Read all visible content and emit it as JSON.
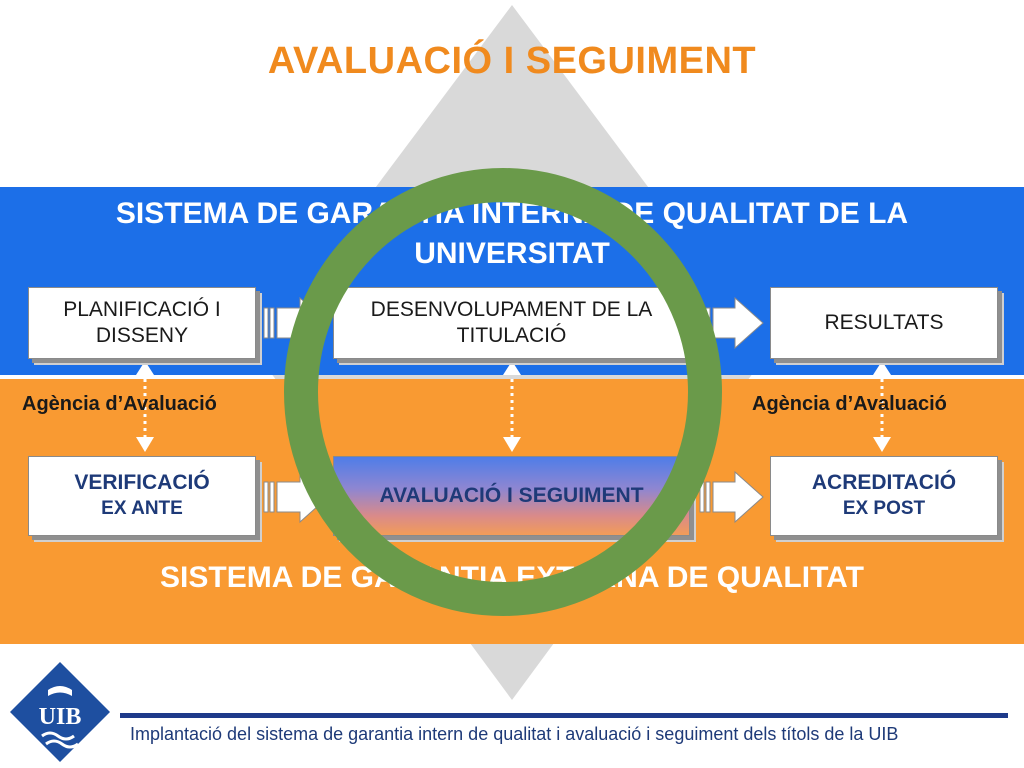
{
  "title": "AVALUACIÓ I SEGUIMENT",
  "internal_system": "SISTEMA DE GARANTIA INTERNA DE QUALITAT DE LA UNIVERSITAT",
  "external_system": "SISTEMA DE GARANTIA EXTERNA DE QUALITAT",
  "top_boxes": [
    "PLANIFICACIÓ I DISSENY",
    "DESENVOLUPAMENT DE LA TITULACIÓ",
    "RESULTATS"
  ],
  "bottom_boxes": [
    {
      "main": "VERIFICACIÓ",
      "sub": "EX ANTE"
    },
    {
      "main": "AVALUACIÓ I SEGUIMENT",
      "sub": ""
    },
    {
      "main": "ACREDITACIÓ",
      "sub": "EX POST"
    }
  ],
  "agency_left": "Agència d’Avaluació",
  "agency_right": "Agència d’Avaluació",
  "logo_text": "UIB",
  "footer": "Implantació del sistema de garantia intern de qualitat i avaluació i seguiment dels títols de la UIB",
  "colors": {
    "title": "#f08a1e",
    "internal_band": "#1c6fe8",
    "external_band": "#f99a32",
    "ring": "#6a9a4a",
    "logo": "#1e4fa0"
  }
}
